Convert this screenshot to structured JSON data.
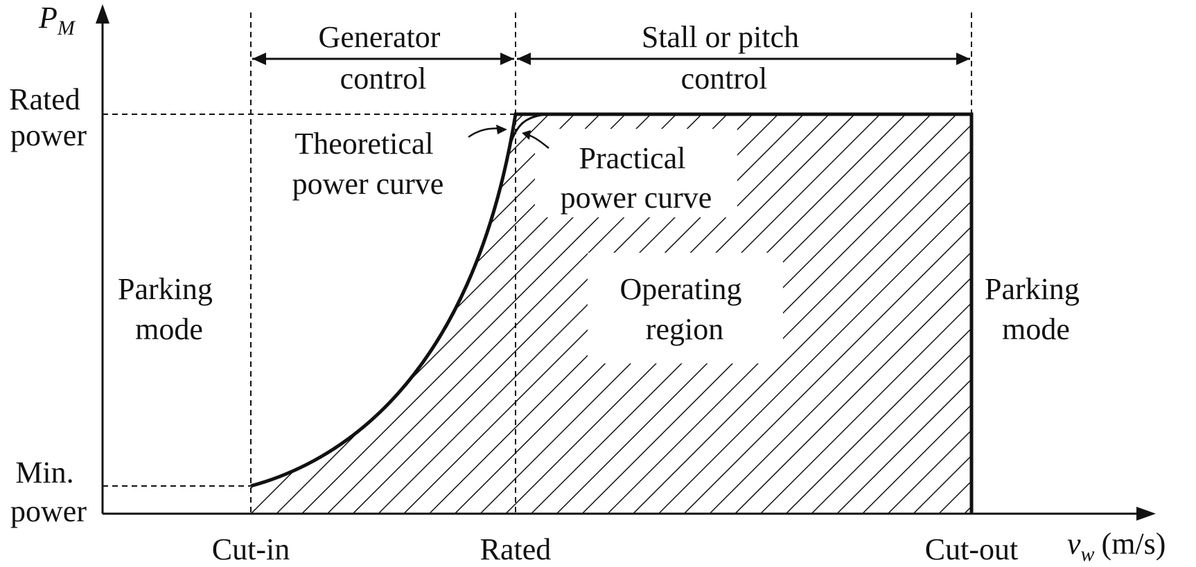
{
  "axes": {
    "y_label_main": "P",
    "y_label_sub": "M",
    "x_label_main": "v",
    "x_label_sub": "w",
    "x_unit": "(m/s)"
  },
  "y_ticks": {
    "rated": [
      "Rated",
      "power"
    ],
    "min": [
      "Min.",
      "power"
    ]
  },
  "x_ticks": {
    "cut_in": "Cut-in",
    "rated": "Rated",
    "cut_out": "Cut-out"
  },
  "control_zones": {
    "generator": [
      "Generator",
      "control"
    ],
    "stall_pitch": [
      "Stall or pitch",
      "control"
    ]
  },
  "annotations": {
    "theoretical": [
      "Theoretical",
      "power curve"
    ],
    "practical": [
      "Practical",
      "power curve"
    ],
    "operating": [
      "Operating",
      "region"
    ],
    "parking_left": [
      "Parking",
      "mode"
    ],
    "parking_right": [
      "Parking",
      "mode"
    ]
  },
  "colors": {
    "ink": "#111111",
    "background": "#ffffff"
  }
}
